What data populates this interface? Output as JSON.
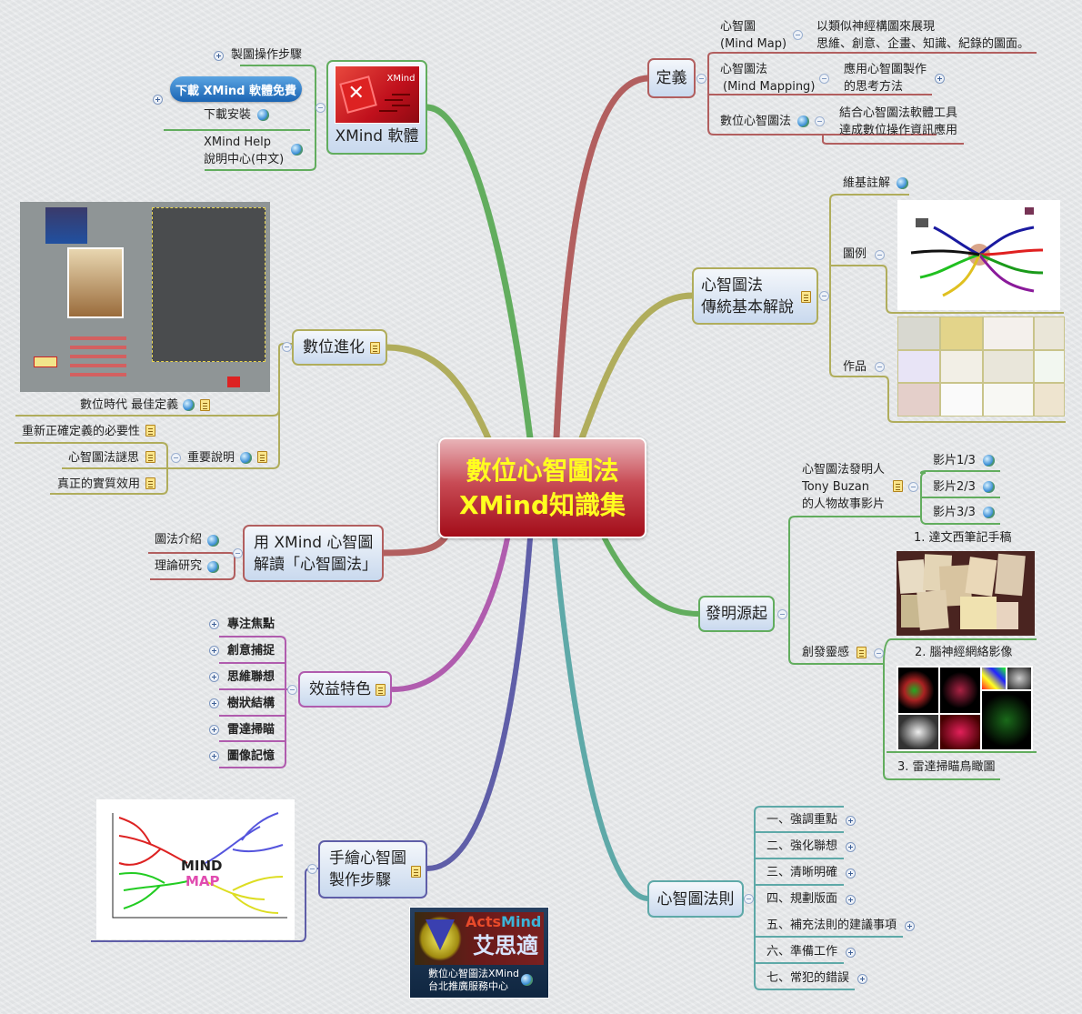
{
  "central": {
    "line1": "數位心智圖法",
    "line2": "XMind知識集"
  },
  "colors": {
    "definition": "#b25f5f",
    "xmind": "#62ad5e",
    "traditional": "#b0ad5c",
    "digital": "#b0ad5c",
    "interpret": "#b25f5f",
    "benefits": "#b05cae",
    "handdraw": "#5f5ea8",
    "origin": "#62ad5e",
    "rules": "#5ea9a8",
    "central_text": "#ffff1f"
  },
  "definition": {
    "title": "定義",
    "items": [
      {
        "label_l1": "心智圖",
        "label_l2": "(Mind Map)",
        "desc_l1": "以類似神經構圖來展現",
        "desc_l2": "思維、創意、企畫、知識、紀錄的圖面。"
      },
      {
        "label_l1": "心智圖法",
        "label_l2": "(Mind Mapping)",
        "desc_l1": "應用心智圖製作",
        "desc_l2": "的思考方法"
      },
      {
        "label_l1": "數位心智圖法",
        "desc_l1": "結合心智圖法軟體工具",
        "desc_l2": "達成數位操作資訊應用"
      }
    ]
  },
  "xmind": {
    "title": "XMind 軟體",
    "logo_text": "XMind",
    "items": {
      "steps": "製圖操作步驟",
      "download_button": "下載 XMind 軟體免費",
      "install": "下載安裝",
      "help_l1": "XMind Help",
      "help_l2": "說明中心(中文)"
    }
  },
  "traditional": {
    "title_l1": "心智圖法",
    "title_l2": "傳統基本解說",
    "items": {
      "wiki": "維基註解",
      "example": "圖例",
      "works": "作品"
    }
  },
  "digital": {
    "title": "數位進化",
    "image_caption": "數位時代 最佳定義",
    "items": {
      "redefine": "重新正確定義的必要性",
      "important": "重要說明",
      "myth": "心智圖法謎思",
      "effect": "真正的實質效用"
    }
  },
  "interpret": {
    "title_l1": "用 XMind 心智圖",
    "title_l2": "解讀「心智圖法」",
    "items": [
      "圖法介紹",
      "理論研究"
    ]
  },
  "benefits": {
    "title": "效益特色",
    "items": [
      "專注焦點",
      "創意捕捉",
      "思維聯想",
      "樹狀結構",
      "雷達掃瞄",
      "圖像記憶"
    ]
  },
  "handdraw": {
    "title_l1": "手繪心智圖",
    "title_l2": "製作步驟",
    "image_text": "MIND MAP"
  },
  "origin": {
    "title": "發明源起",
    "inventor_l1": "心智圖法發明人",
    "inventor_l2": "Tony Buzan",
    "inventor_l3": "的人物故事影片",
    "videos": [
      "影片1/3",
      "影片2/3",
      "影片3/3"
    ],
    "inspiration": "創發靈感",
    "inspirations": [
      "1. 達文西筆記手稿",
      "2. 腦神經網絡影像",
      "3. 雷達掃瞄鳥瞰圖"
    ]
  },
  "rules": {
    "title": "心智圖法則",
    "items": [
      "一、強調重點",
      "二、強化聯想",
      "三、清晰明確",
      "四、規劃版面",
      "五、補充法則的建議事項",
      "六、準備工作",
      "七、常犯的錯誤"
    ]
  },
  "actsmind": {
    "brand_en_1": "Acts",
    "brand_en_2": "Mind",
    "brand_zh": "艾思適",
    "caption_l1": "數位心智圖法XMind",
    "caption_l2": "台北推廣服務中心"
  }
}
